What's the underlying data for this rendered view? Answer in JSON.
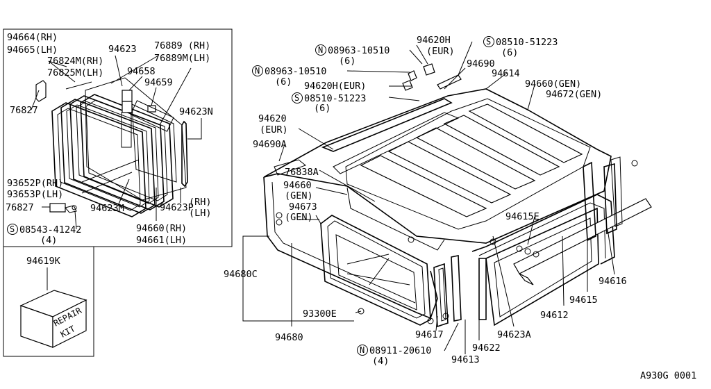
{
  "inset": {
    "labels": {
      "p94664": "94664(RH)",
      "p94665": "94665(LH)",
      "p94623": "94623",
      "p76889": "76889  (RH)",
      "p76889m": "76889M(LH)",
      "p76824": "76824M(RH)",
      "p76825": "76825M(LH)",
      "p94658": "94658",
      "p94659": "94659",
      "p76827a": "76827",
      "p94623n": "94623N",
      "p93652": "93652P(RH)",
      "p93653": "93653P(LH)",
      "p76827b": "76827",
      "p94623m": "94623M",
      "p94623p": "94623P",
      "p94623p_rh": "(RH)",
      "p94623p_lh": "(LH)",
      "p08543": "08543-41242",
      "p08543_qty": "(4)",
      "p94660rh": "94660(RH)",
      "p94661lh": "94661(LH)"
    }
  },
  "kit": {
    "part": "94619K",
    "box_text_1": "REPAIR",
    "box_text_2": "KIT"
  },
  "main": {
    "labels": {
      "p94620h_top": "94620H",
      "p94620h_top_eur": "(EUR)",
      "p08963_a": "08963-10510",
      "p08963_a_qty": "(6)",
      "p08510_a": "08510-51223",
      "p08510_a_qty": "(6)",
      "p08963_b": "08963-10510",
      "p08963_b_qty": "(6)",
      "p94690": "94690",
      "p94614": "94614",
      "p94620h_eur": "94620H(EUR)",
      "p94660gen": "94660(GEN)",
      "p94672gen": "94672(GEN)",
      "p08510_b": "08510-51223",
      "p08510_b_qty": "(6)",
      "p94620": "94620",
      "p94620_eur": "(EUR)",
      "p94690a": "94690A",
      "p76838a": "76838A",
      "p94660": "94660",
      "p94660_gen": "(GEN)",
      "p94673": "94673",
      "p94673_gen": "(GEN)",
      "p94615e": "94615E",
      "p94680c": "94680C",
      "p94616": "94616",
      "p94615": "94615",
      "p94612": "94612",
      "p93300e": "93300E",
      "p94623a": "94623A",
      "p94617": "94617",
      "p94680": "94680",
      "p94622": "94622",
      "p08911": "08911-20610",
      "p08911_qty": "(4)",
      "p94613": "94613"
    },
    "symbols": {
      "n": "N",
      "s": "S"
    }
  },
  "figure_code": "A930G 0001"
}
